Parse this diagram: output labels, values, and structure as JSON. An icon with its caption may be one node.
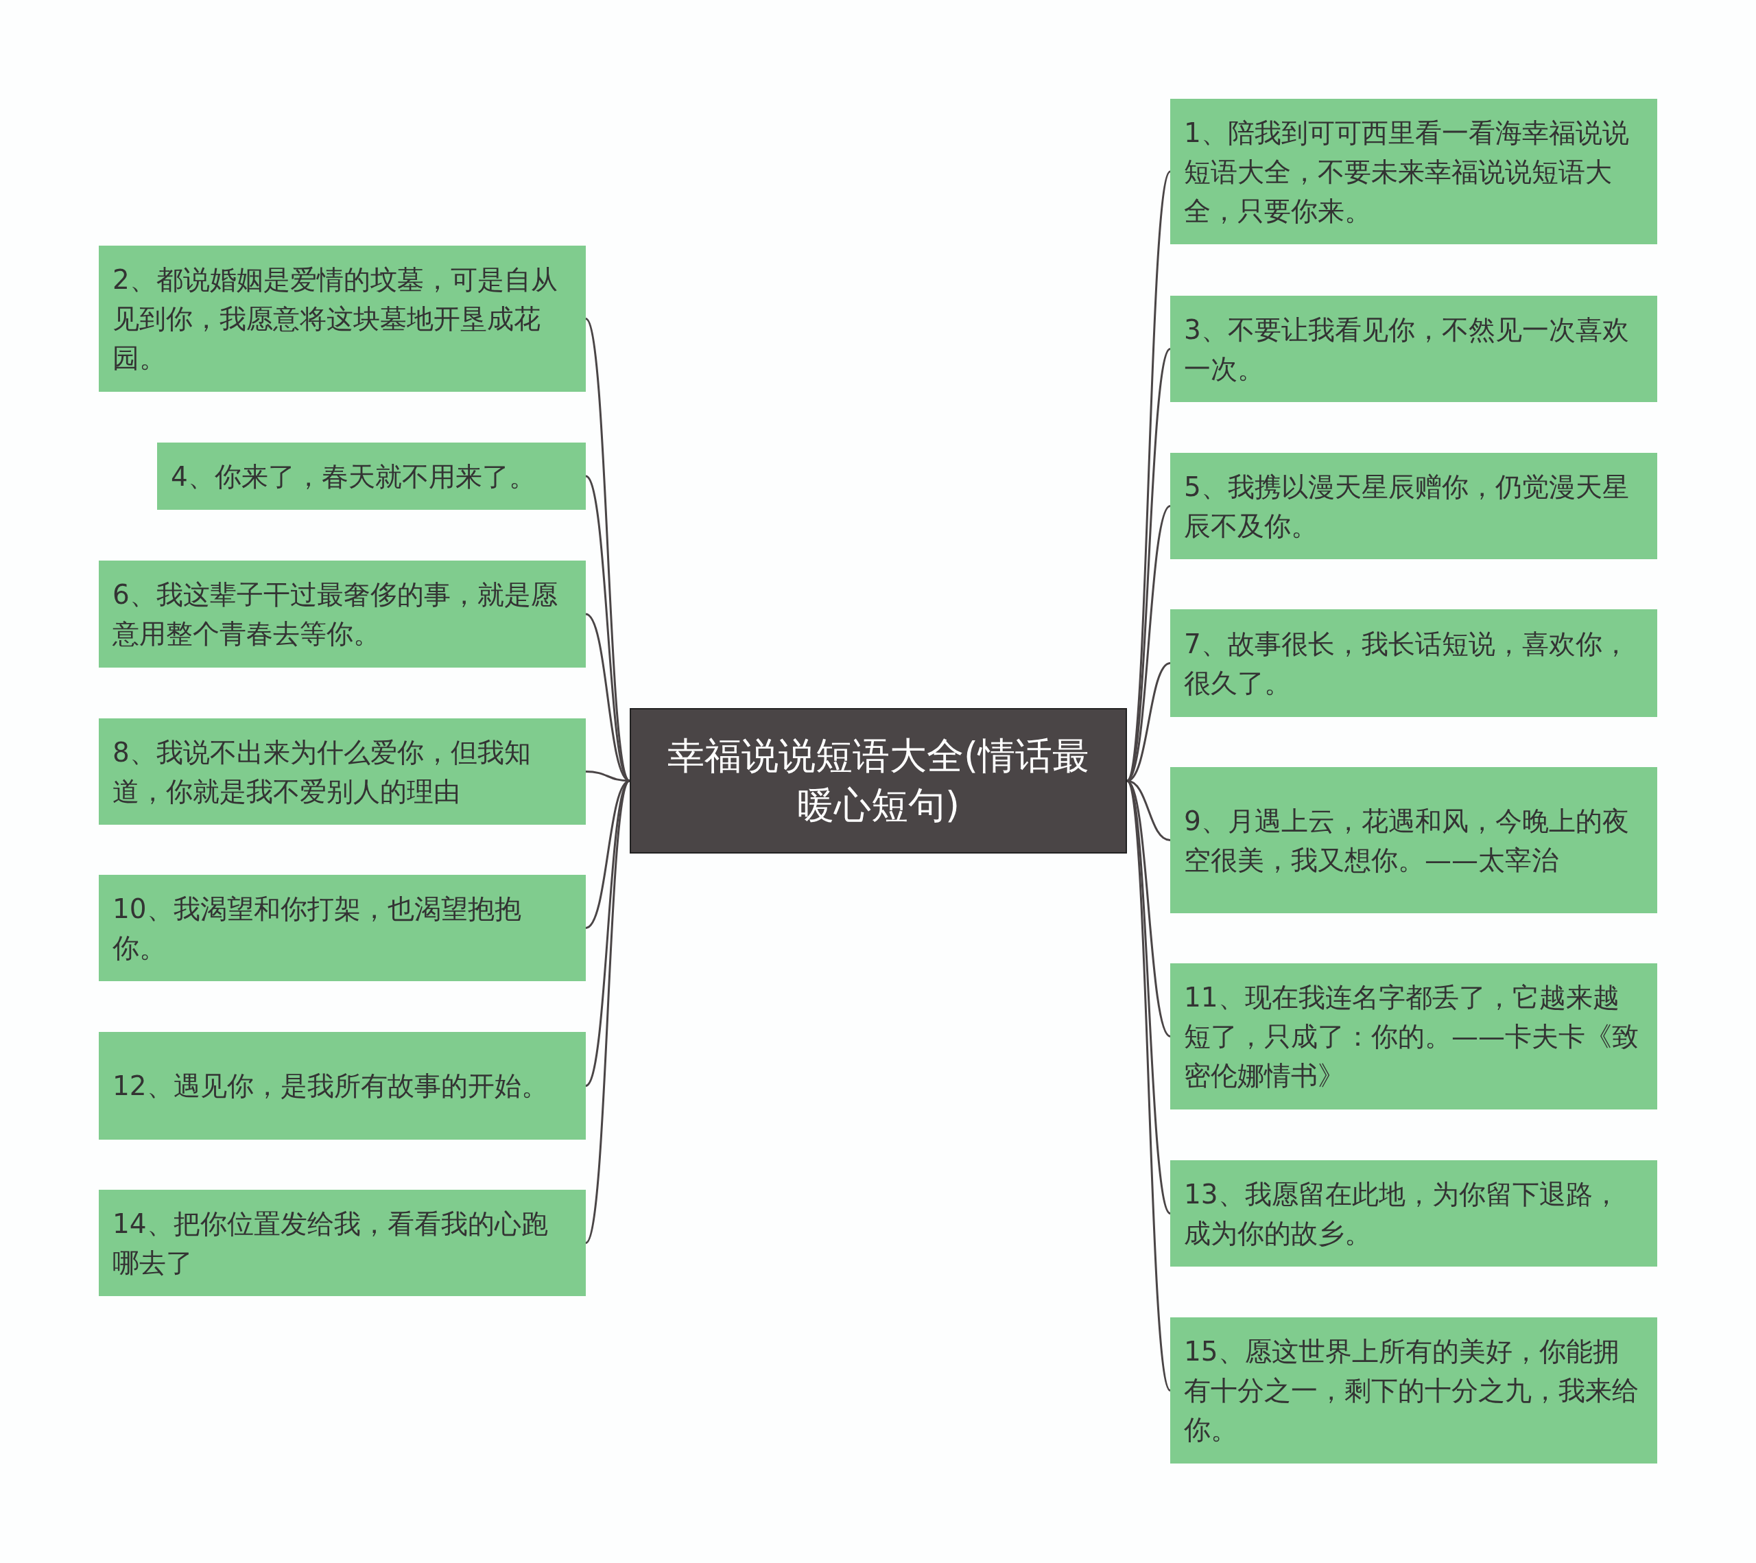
{
  "diagram": {
    "nodes": [
      {
        "text": [
          "幸福说说短语大全(情话最暖心短句)"
        ]
      },
      {
        "text": [
          "1、陪我到可可西里看一看海幸福说说短语大全，不要未来幸福说说短语大全，只要你来。"
        ]
      },
      {
        "text": [
          "2、都说婚姻是爱情的坟墓，可是自从见到你，我愿意将这块墓地开垦成花园。"
        ]
      },
      {
        "text": [
          "3、不要让我看见你，不然见一次喜欢一次。"
        ]
      },
      {
        "text": [
          "4、你来了，春天就不用来了。"
        ]
      },
      {
        "text": [
          "5、我携以漫天星辰赠你，仍觉漫天星辰不及你。"
        ]
      },
      {
        "text": [
          "6、我这辈子干过最奢侈的事，就是愿意用整个青春去等你。"
        ]
      },
      {
        "text": [
          "7、故事很长，我长话短说，喜欢你，很久了。"
        ]
      },
      {
        "text": [
          "8、我说不出来为什么爱你，但我知道，你就是我不爱别人的理由"
        ]
      },
      {
        "text": [
          "9、月遇上云，花遇和风，今晚上的夜空很美，我又想你。——太宰治"
        ]
      },
      {
        "text": [
          "10、我渴望和你打架，也渴望抱抱你。"
        ]
      },
      {
        "text": [
          "11、现在我连名字都丢了，它越来越短了，只成了：你的。——卡夫卡《致密伦娜情书》"
        ]
      },
      {
        "text": [
          "12、遇见你，是我所有故事的开始。"
        ]
      },
      {
        "text": [
          "13、我愿留在此地，为你留下退路，成为你的故乡。"
        ]
      },
      {
        "text": [
          "14、把你位置发给我，看看我的心跑哪去了"
        ]
      },
      {
        "text": [
          "15、愿这世界上所有的美好，你能拥有十分之一，剩下的十分之九，我来给你。"
        ]
      }
    ],
    "edges": [
      {
        "from": 0,
        "to": 1,
        "arrow": "none"
      },
      {
        "from": 0,
        "to": 2,
        "arrow": "none"
      },
      {
        "from": 0,
        "to": 3,
        "arrow": "none"
      },
      {
        "from": 0,
        "to": 4,
        "arrow": "none"
      },
      {
        "from": 0,
        "to": 5,
        "arrow": "none"
      },
      {
        "from": 0,
        "to": 6,
        "arrow": "none"
      },
      {
        "from": 0,
        "to": 7,
        "arrow": "none"
      },
      {
        "from": 0,
        "to": 8,
        "arrow": "none"
      },
      {
        "from": 0,
        "to": 9,
        "arrow": "none"
      },
      {
        "from": 0,
        "to": 10,
        "arrow": "none"
      },
      {
        "from": 0,
        "to": 11,
        "arrow": "none"
      },
      {
        "from": 0,
        "to": 12,
        "arrow": "none"
      },
      {
        "from": 0,
        "to": 13,
        "arrow": "none"
      },
      {
        "from": 0,
        "to": 14,
        "arrow": "none"
      },
      {
        "from": 0,
        "to": 15,
        "arrow": "none"
      }
    ]
  }
}
